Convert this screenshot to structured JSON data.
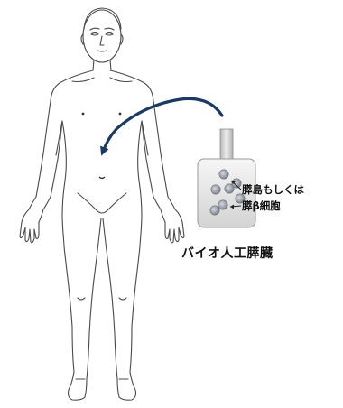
{
  "labels": {
    "cells_line1": "膵島もしくは",
    "cells_line2": "膵β細胞",
    "device_name": "バイオ人工膵臓"
  },
  "colors": {
    "body_outline": "#4a4a4a",
    "arrow": "#1b3a63",
    "device_fill_top": "#f4f4f4",
    "device_fill_bottom": "#d6d6d6",
    "cell_fill": "#9a9da6"
  }
}
